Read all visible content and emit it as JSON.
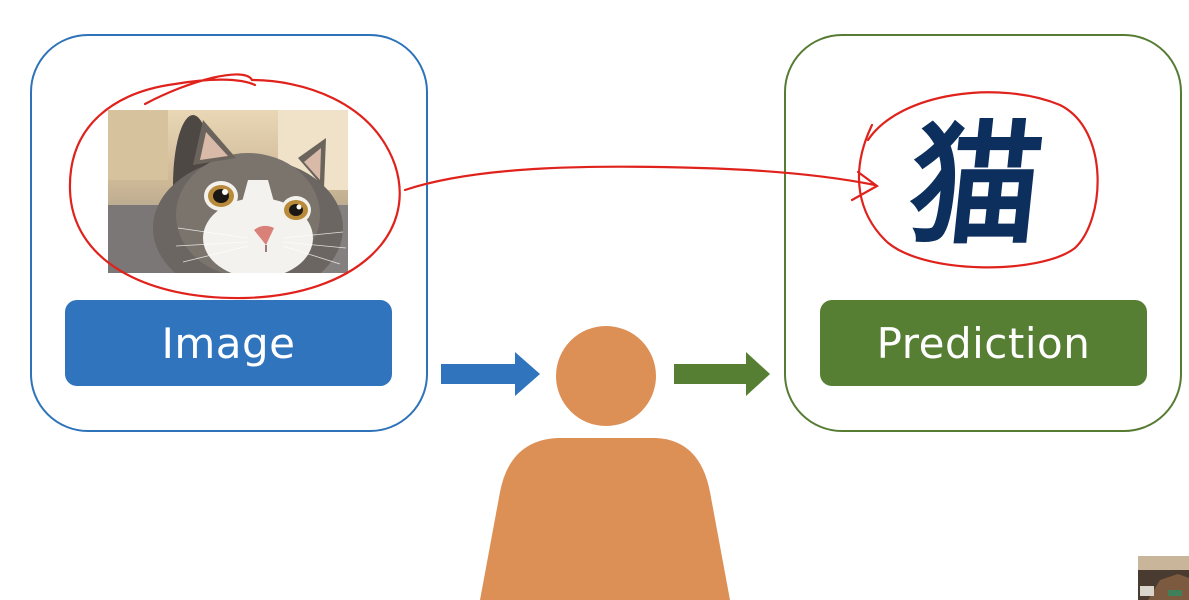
{
  "input_panel": {
    "label": "Image",
    "border_color": "#2e73b9",
    "label_color": "#2f74bd",
    "photo": "cat-photo"
  },
  "output_panel": {
    "label": "Prediction",
    "glyph": "猫",
    "border_color": "#567c33",
    "label_color": "#567f34",
    "glyph_color": "#0c2f5e"
  },
  "arrows": [
    {
      "name": "input-to-person-arrow",
      "color": "#2f74bd"
    },
    {
      "name": "person-to-output-arrow",
      "color": "#567f34"
    }
  ],
  "person": {
    "icon": "person-icon",
    "color": "#dd9056"
  },
  "annotations": {
    "color": "#e0221c",
    "marks": [
      "circle-around-photo",
      "arrow-photo-to-glyph",
      "circle-around-glyph"
    ]
  },
  "webcam": {
    "icon": "webcam-thumbnail"
  }
}
